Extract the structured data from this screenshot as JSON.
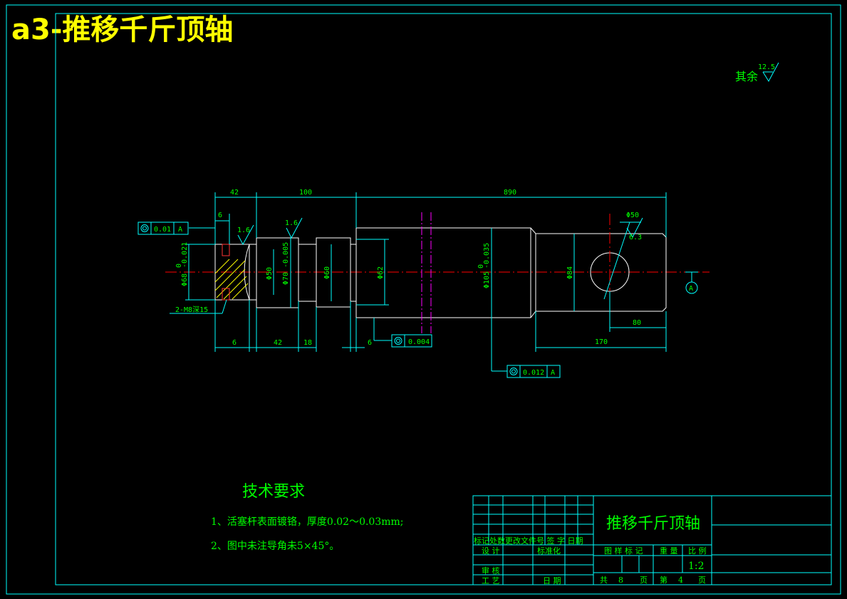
{
  "page_title": "a3-推移千斤顶轴",
  "roughness_note": {
    "label": "其余",
    "value": "12.5"
  },
  "dimensions": {
    "d42_top": "42",
    "d100": "100",
    "d890": "890",
    "d6_top": "6",
    "d6_left": "6",
    "d42_bottom": "42",
    "d18": "18",
    "d6_right": "6",
    "d170": "170",
    "d80": "80",
    "dia68": "Φ68",
    "dia68_tol_up": "0",
    "dia68_tol_lo": "-0.021",
    "dia50": "Φ50",
    "dia70": "Φ70",
    "dia70_tol": "-0.005",
    "dia60": "Φ60",
    "dia62": "Φ62",
    "dia105": "Φ105",
    "dia105_tol_up": "0",
    "dia105_tol_lo": "-0.035",
    "dia84": "Φ84",
    "dia50_hole": "Φ50",
    "thread_note": "2-M8深15",
    "rough_16a": "1.6",
    "rough_16b": "1.6",
    "rough_63": "6.3"
  },
  "tolerance_frames": {
    "f1": {
      "value": "0.01",
      "datum": "A"
    },
    "f2": {
      "value": "0.004"
    },
    "f3": {
      "value": "0.012",
      "datum": "A"
    }
  },
  "datum_label": "A",
  "tech_requirements": {
    "title": "技术要求",
    "items": [
      "1、活塞杆表面镀铬，厚度0.02～0.03mm;",
      "2、图中未注导角未5×45°。"
    ]
  },
  "title_block": {
    "part_name": "推移千斤顶轴",
    "hdr_row": "标记处数更改文件号 签 字  日期",
    "design": "设 计",
    "standard": "标准化",
    "review": "审 核",
    "process": "工 艺",
    "date": "日 期",
    "drawing_mark": "图 样 标 记",
    "weight": "重 量",
    "scale_label": "比 例",
    "scale": "1:2",
    "total_label": "共",
    "total": "8",
    "page_unit": "页",
    "sheet_label": "第",
    "sheet": "4",
    "page_unit2": "页"
  }
}
